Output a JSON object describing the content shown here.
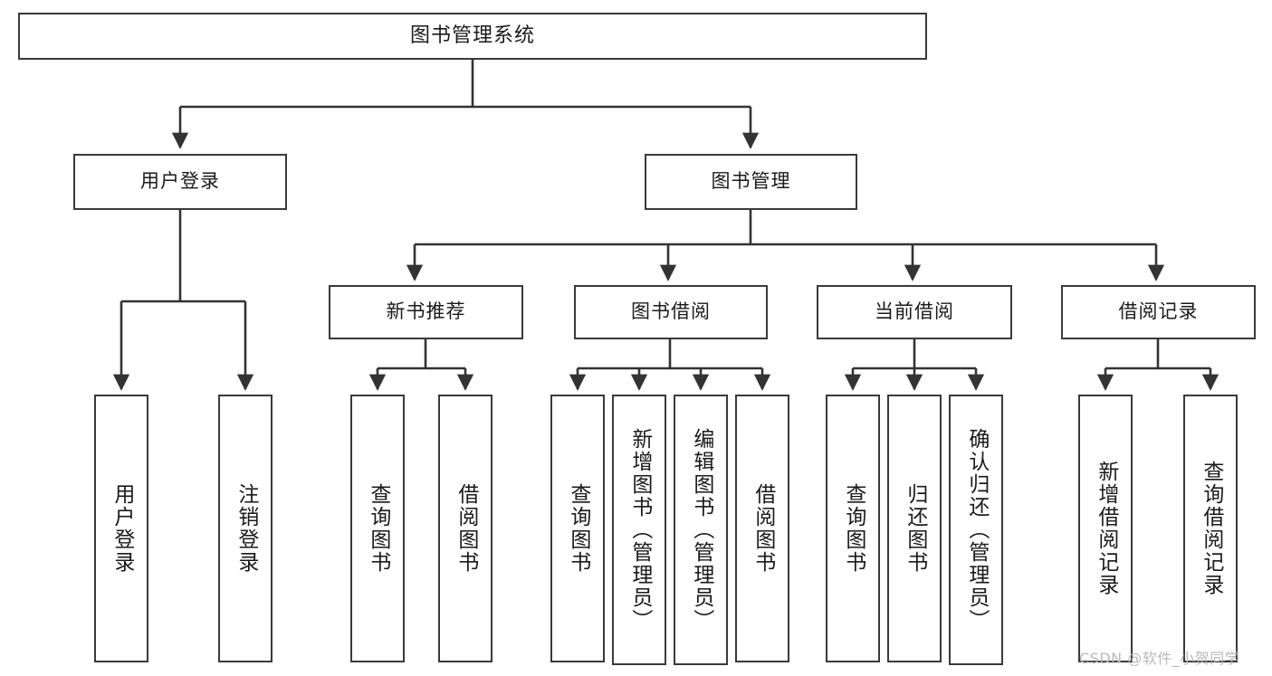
{
  "diagram": {
    "title": "图书管理系统",
    "watermark": "CSDN @软件_小贺同学",
    "colors": {
      "box_border": "#3a3a3a",
      "box_fill": "#ffffff",
      "connector": "#333333",
      "text": "#1a1a1a",
      "watermark": "#b9b9b9",
      "background": "#ffffff"
    },
    "type": "tree-hierarchy-diagram",
    "levels": 4,
    "nodes": {
      "root": {
        "label": "图书管理系统"
      },
      "level2": [
        {
          "label": "用户登录"
        },
        {
          "label": "图书管理"
        }
      ],
      "level3": [
        {
          "label": "新书推荐"
        },
        {
          "label": "图书借阅"
        },
        {
          "label": "当前借阅"
        },
        {
          "label": "借阅记录"
        }
      ],
      "leaves": {
        "user_login": [
          {
            "label": "用户登录"
          },
          {
            "label": "注销登录"
          }
        ],
        "new_book_recommend": [
          {
            "label": "查询图书"
          },
          {
            "label": "借阅图书"
          }
        ],
        "book_borrow": [
          {
            "label": "查询图书"
          },
          {
            "label": "新增图书（管理员）"
          },
          {
            "label": "编辑图书（管理员）"
          },
          {
            "label": "借阅图书"
          }
        ],
        "current_borrow": [
          {
            "label": "查询图书"
          },
          {
            "label": "归还图书"
          },
          {
            "label": "确认归还（管理员）"
          }
        ],
        "borrow_record": [
          {
            "label": "新增借阅记录"
          },
          {
            "label": "查询借阅记录"
          }
        ]
      }
    }
  }
}
